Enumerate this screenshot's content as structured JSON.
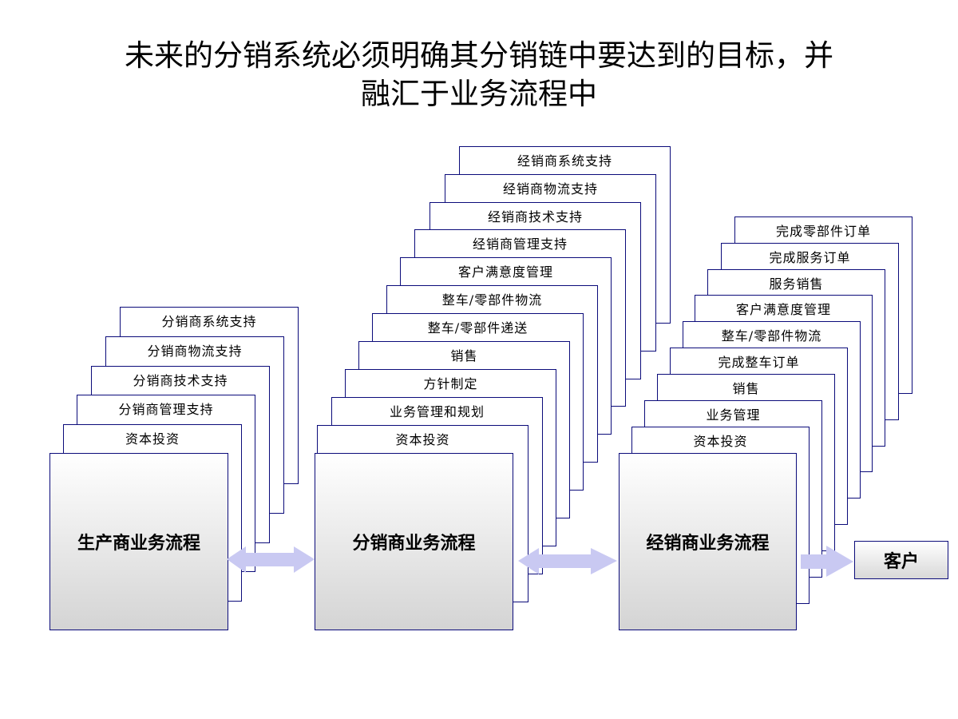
{
  "title": {
    "line1": "未来的分销系统必须明确其分销链中要达到的目标，并",
    "line2": "融汇于业务流程中"
  },
  "producer": {
    "label": "生产商业务流程",
    "cards": [
      "分销商系统支持",
      "分销商物流支持",
      "分销商技术支持",
      "分销商管理支持",
      "资本投资"
    ]
  },
  "distributor": {
    "label": "分销商业务流程",
    "cards": [
      "经销商系统支持",
      "经销商物流支持",
      "经销商技术支持",
      "经销商管理支持",
      "客户满意度管理",
      "整车/零部件物流",
      "整车/零部件递送",
      "销售",
      "方针制定",
      "业务管理和规划",
      "资本投资"
    ]
  },
  "dealer": {
    "label": "经销商业务流程",
    "cards": [
      "完成零部件订单",
      "完成服务订单",
      "服务销售",
      "客户满意度管理",
      "整车/零部件物流",
      "完成整车订单",
      "销售",
      "业务管理",
      "资本投资"
    ]
  },
  "customer": {
    "label": "客户"
  },
  "colors": {
    "border": "#0b0b7a",
    "arrow": "#c9c9f2"
  }
}
